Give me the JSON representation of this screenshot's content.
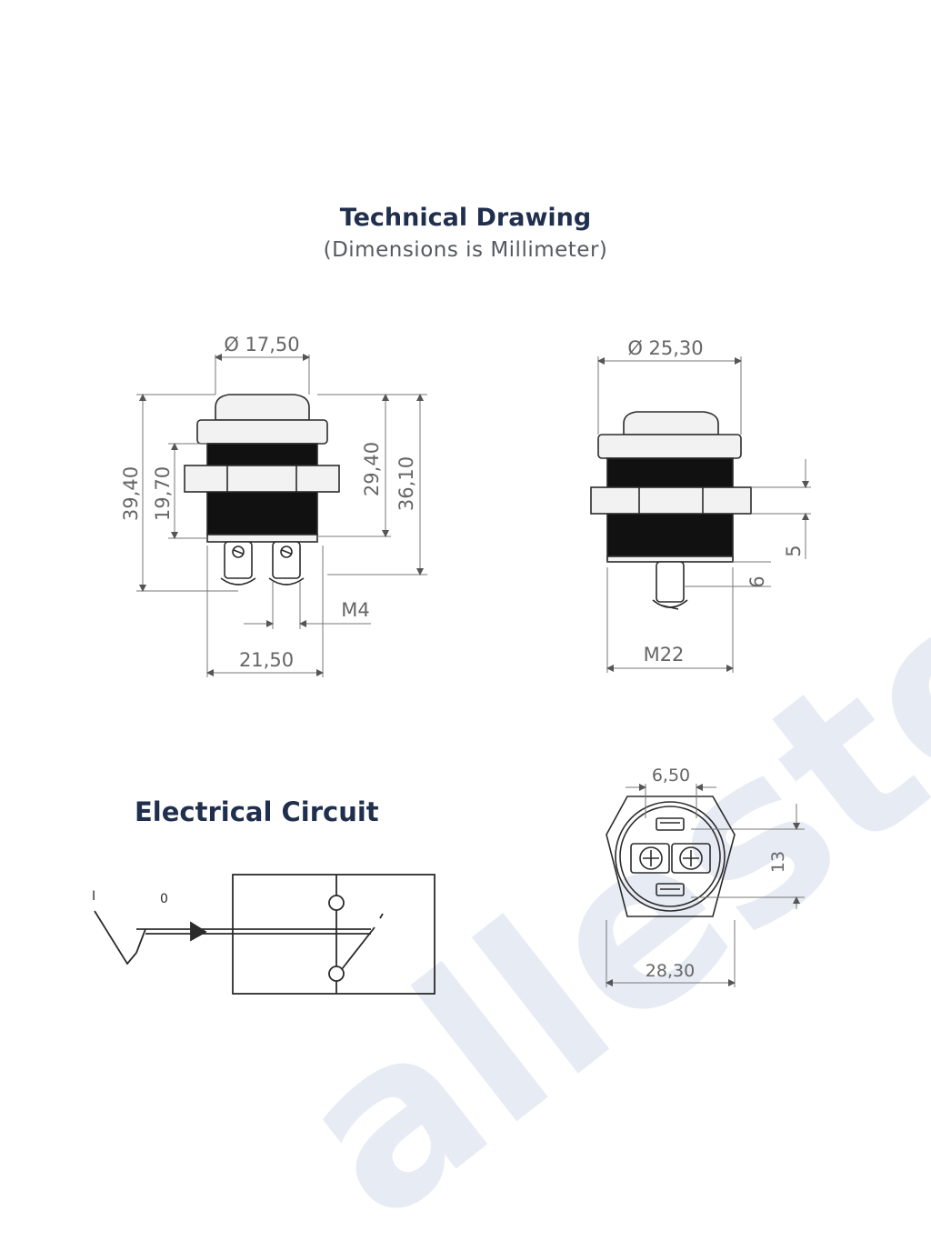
{
  "header": {
    "title": "Technical Drawing",
    "subtitle": "(Dimensions is Millimeter)"
  },
  "front_view": {
    "diameter_label": "Ø 17,50",
    "height_total": "39,40",
    "height_nut": "19,70",
    "height_body": "29,40",
    "height_full": "36,10",
    "thread_label": "M4",
    "width_label": "21,50"
  },
  "side_view": {
    "diameter_label": "Ø 25,30",
    "dim_nut": "5",
    "dim_stub": "6",
    "thread_label": "M22"
  },
  "bottom_view": {
    "pitch_label": "6,50",
    "height_label": "13",
    "width_label": "28,30"
  },
  "circuit": {
    "title": "Electrical Circuit",
    "label_on": "I",
    "label_off": "0"
  },
  "watermark": {
    "text": "allestock",
    "colors": [
      "#d5dcec",
      "#fbf2cd"
    ]
  },
  "colors": {
    "title": "#1f2f4d",
    "line": "#2b2b2b",
    "dim": "#666666",
    "body": "#111111"
  }
}
